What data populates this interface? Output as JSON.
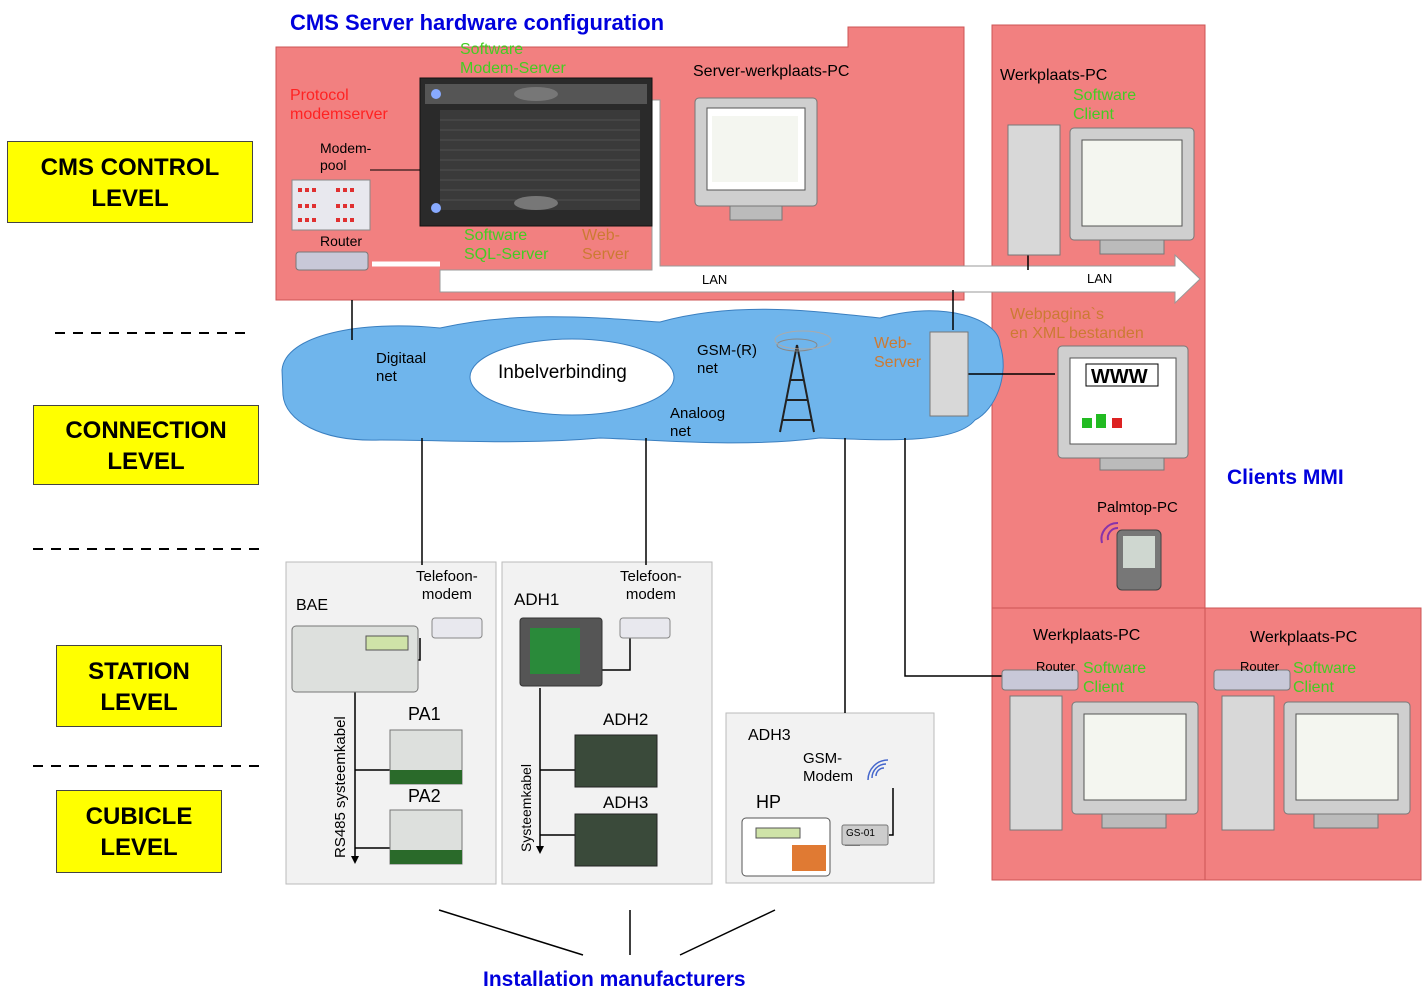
{
  "title": "CMS Server hardware configuration",
  "levels": {
    "control": {
      "line1": "CMS CONTROL",
      "line2": "LEVEL"
    },
    "connection": {
      "line1": "CONNECTION",
      "line2": "LEVEL"
    },
    "station": {
      "line1": "STATION",
      "line2": "LEVEL"
    },
    "cubicle": {
      "line1": "CUBICLE",
      "line2": "LEVEL"
    }
  },
  "server_area": {
    "protocol": "Protocol\nmodemserver",
    "software_modem": "Software\nModem-Server",
    "modempool": "Modem-\npool",
    "router": "Router",
    "software_sql": "Software\nSQL-Server",
    "web_server": "Web-\nServer",
    "server_pc": "Server-werkplaats-PC",
    "lan1": "LAN",
    "lan2": "LAN"
  },
  "client_area": {
    "werkplaats_pc": "Werkplaats-PC",
    "software_client": "Software\nClient",
    "webpages": "Webpagina`s\nen XML bestanden",
    "www": "WWW",
    "clients_mmi": "Clients MMI",
    "palmtop": "Palmtop-PC",
    "werkplaats_pc_2": "Werkplaats-PC",
    "router_2": "Router",
    "software_client_2": "Software\nClient",
    "werkplaats_pc_3": "Werkplaats-PC",
    "router_3": "Router",
    "software_client_3": "Software\nClient"
  },
  "network": {
    "digitaal": "Digitaal\nnet",
    "inbel": "Inbelverbinding",
    "gsm": "GSM-(R)\nnet",
    "analoog": "Analoog\nnet",
    "web_server": "Web-\nServer"
  },
  "stations": {
    "bae": "BAE",
    "telefoon1": "Telefoon-\nmodem",
    "pa1": "PA1",
    "pa2": "PA2",
    "rs485": "RS485 systeemkabel",
    "adh1": "ADH1",
    "telefoon2": "Telefoon-\nmodem",
    "adh2": "ADH2",
    "adh3a": "ADH3",
    "systeemkabel": "Systeemkabel",
    "adh3b": "ADH3",
    "gsm_modem": "GSM-\nModem",
    "hp": "HP",
    "gs01": "GS-01"
  },
  "footer": "Installation manufacturers"
}
